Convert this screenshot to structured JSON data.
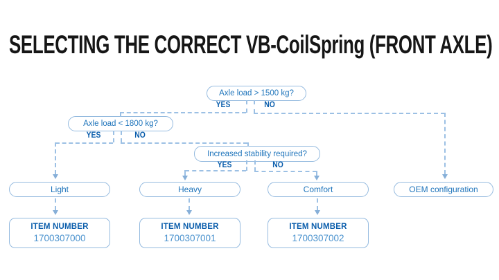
{
  "page": {
    "title": "SELECTING THE CORRECT VB-CoilSpring (FRONT AXLE)"
  },
  "colors": {
    "title_text": "#161616",
    "pill_border": "#94BADF",
    "pill_text": "#1E74BB",
    "bold_blue": "#0B5EAC",
    "item_number_text": "#4A92CE",
    "connector": "#9CC0E4",
    "background": "#FFFFFF"
  },
  "flowchart": {
    "decisions": [
      {
        "question": "Axle load > 1500 kg?",
        "yes_label": "YES",
        "no_label": "NO"
      },
      {
        "question": "Axle load < 1800 kg?",
        "yes_label": "YES",
        "no_label": "NO"
      },
      {
        "question": "Increased stability required?",
        "yes_label": "YES",
        "no_label": "NO"
      }
    ],
    "outcomes": [
      {
        "label": "Light",
        "item_number_label": "ITEM NUMBER",
        "item_number": "1700307000"
      },
      {
        "label": "Heavy",
        "item_number_label": "ITEM NUMBER",
        "item_number": "1700307001"
      },
      {
        "label": "Comfort",
        "item_number_label": "ITEM NUMBER",
        "item_number": "1700307002"
      },
      {
        "label": "OEM configuration"
      }
    ]
  }
}
